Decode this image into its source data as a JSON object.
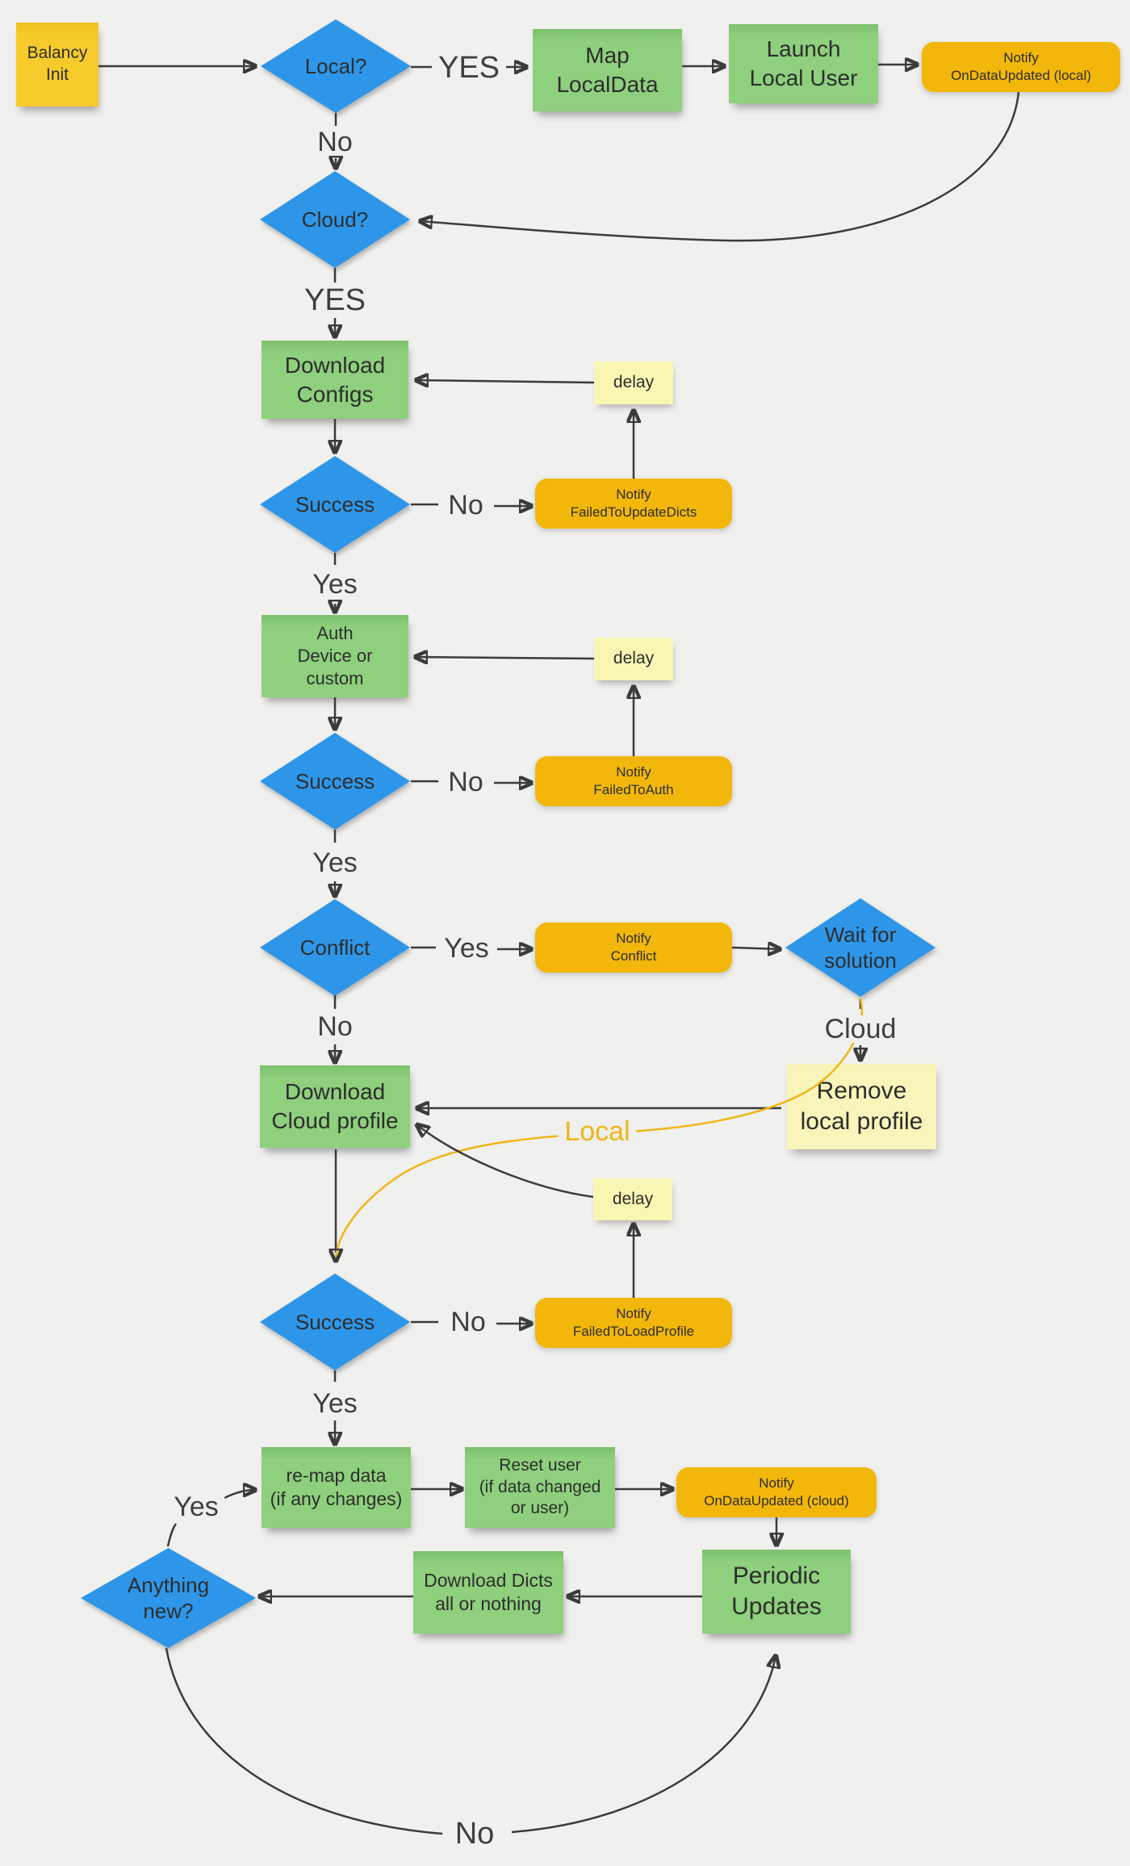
{
  "title": "Balancy initialization flowchart",
  "nodes": {
    "balancy_init": "Balancy\nInit",
    "local_q": "Local?",
    "map_localdata": "Map\nLocalData",
    "launch_local_user": "Launch\nLocal User",
    "notify_ondataupdated_local": "Notify\nOnDataUpdated (local)",
    "cloud_q": "Cloud?",
    "download_configs": "Download\nConfigs",
    "delay1": "delay",
    "success1": "Success",
    "notify_failedtoupdatedicts": "Notify\nFailedToUpdateDicts",
    "auth": "Auth\nDevice or\ncustom",
    "delay2": "delay",
    "success2": "Success",
    "notify_failedtoauth": "Notify\nFailedToAuth",
    "conflict": "Conflict",
    "notify_conflict": "Notify\nConflict",
    "wait_for_solution": "Wait for\nsolution",
    "remove_local_profile": "Remove\nlocal profile",
    "download_cloud_profile": "Download\nCloud profile",
    "delay3": "delay",
    "success3": "Success",
    "notify_failedtoloadprofile": "Notify\nFailedToLoadProfile",
    "remap_data": "re-map data\n(if any changes)",
    "reset_user": "Reset user\n(if data changed\nor user)",
    "notify_ondataupdated_cloud": "Notify\nOnDataUpdated (cloud)",
    "periodic_updates": "Periodic\nUpdates",
    "download_dicts": "Download Dicts\nall or nothing",
    "anything_new": "Anything\nnew?"
  },
  "labels": {
    "yes_top": "YES",
    "no_local": "No",
    "yes_cloud": "YES",
    "no_success1": "No",
    "yes_success1": "Yes",
    "no_success2": "No",
    "yes_success2": "Yes",
    "yes_conflict": "Yes",
    "no_conflict": "No",
    "cloud_branch": "Cloud",
    "local_branch": "Local",
    "no_success3": "No",
    "yes_success3": "Yes",
    "yes_anything": "Yes",
    "no_anything": "No"
  },
  "colors": {
    "background": "#f0f0ee",
    "diamond": "#2e96e9",
    "process": "#8ed07d",
    "process-dark": "#7cbf6c",
    "notify": "#f2b70a",
    "note": "#f6ca2b",
    "delay": "#f9f6b4",
    "pale_note": "#f8f4ba",
    "edge": "#3b3b3b",
    "highlight": "#f0b616",
    "text": "#2d2d2d",
    "label": "#3f3f3f"
  }
}
